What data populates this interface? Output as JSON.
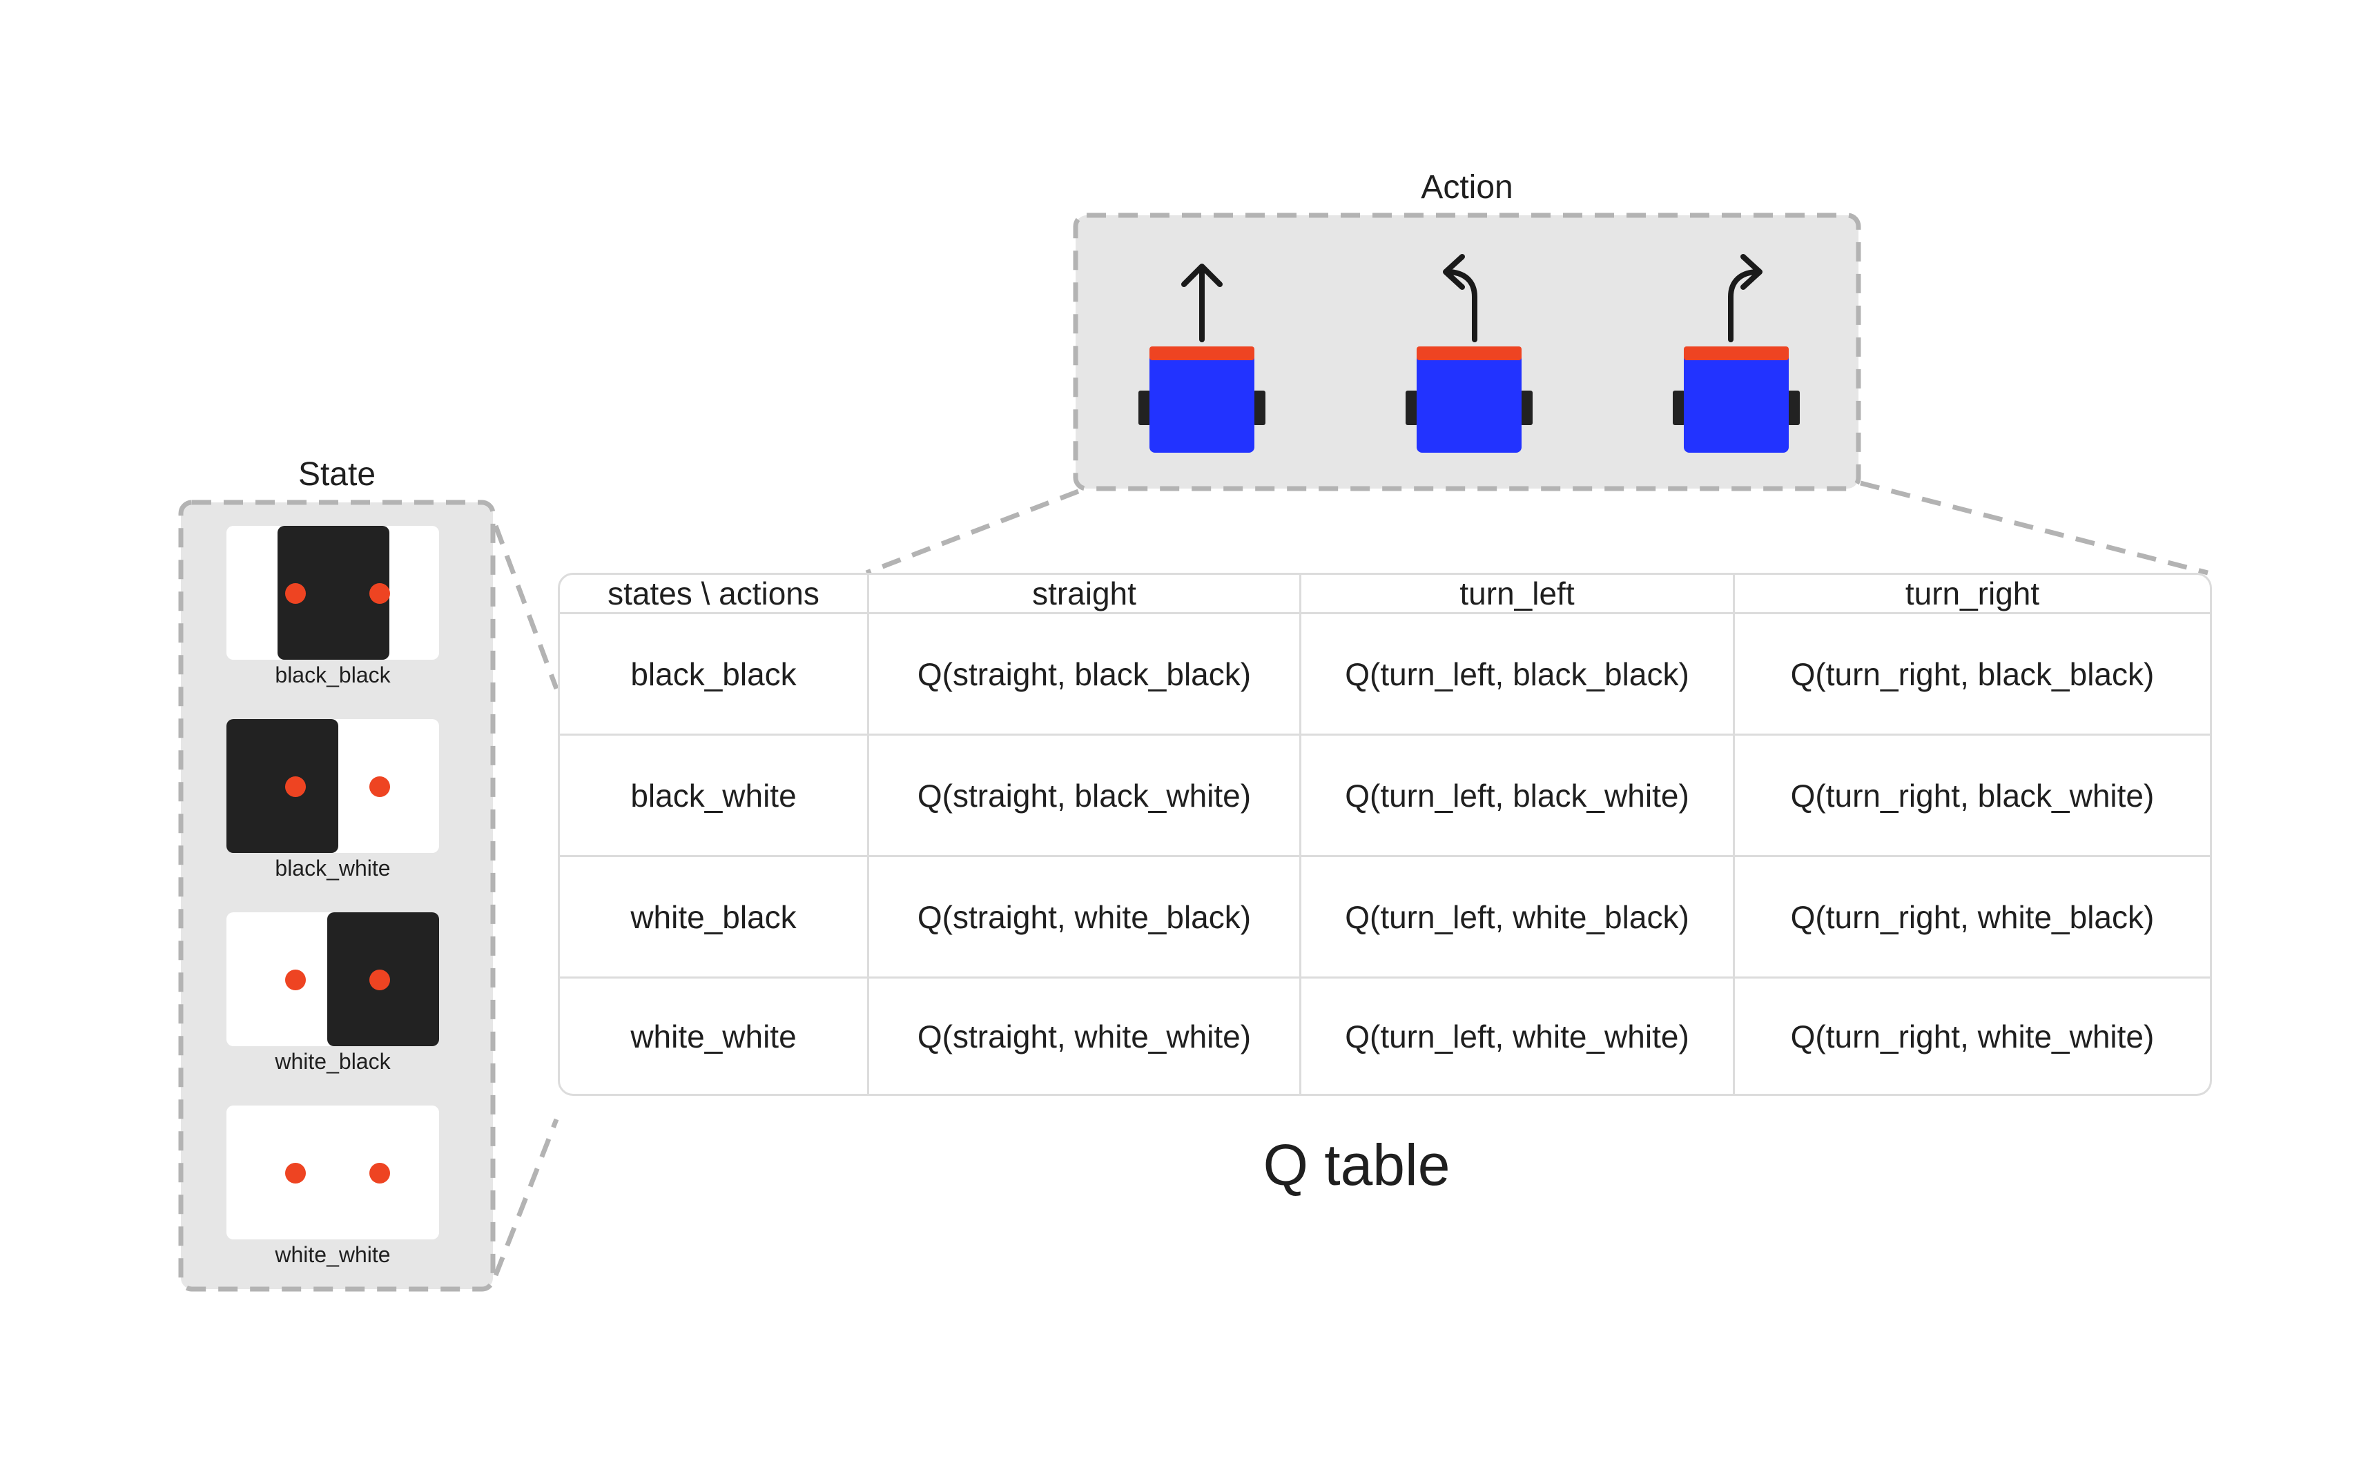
{
  "state_panel": {
    "title": "State",
    "states": [
      {
        "label": "black_black",
        "dark_region": "both"
      },
      {
        "label": "black_white",
        "dark_region": "left"
      },
      {
        "label": "white_black",
        "dark_region": "right"
      },
      {
        "label": "white_white",
        "dark_region": "none"
      }
    ]
  },
  "action_panel": {
    "title": "Action",
    "actions": [
      {
        "icon": "arrow-up-icon"
      },
      {
        "icon": "arrow-turn-left-icon"
      },
      {
        "icon": "arrow-turn-right-icon"
      }
    ]
  },
  "q_table": {
    "caption": "Q table",
    "header": [
      "states \\ actions",
      "straight",
      "turn_left",
      "turn_right"
    ],
    "rows": [
      [
        "black_black",
        "Q(straight, black_black)",
        "Q(turn_left, black_black)",
        "Q(turn_right, black_black)"
      ],
      [
        "black_white",
        "Q(straight, black_white)",
        "Q(turn_left, black_white)",
        "Q(turn_right, black_white)"
      ],
      [
        "white_black",
        "Q(straight, white_black)",
        "Q(turn_left, white_black)",
        "Q(turn_right, white_black)"
      ],
      [
        "white_white",
        "Q(straight, white_white)",
        "Q(turn_left, white_white)",
        "Q(turn_right, white_white)"
      ]
    ]
  },
  "colors": {
    "panel_fill": "#e6e6e6",
    "panel_dash": "#b3b3b3",
    "dark_surface": "#222222",
    "sensor_dot": "#ee4422",
    "robot_body": "#2233ff",
    "robot_front": "#ee4422",
    "robot_wheel": "#222222",
    "table_border": "#dcdcdc"
  }
}
